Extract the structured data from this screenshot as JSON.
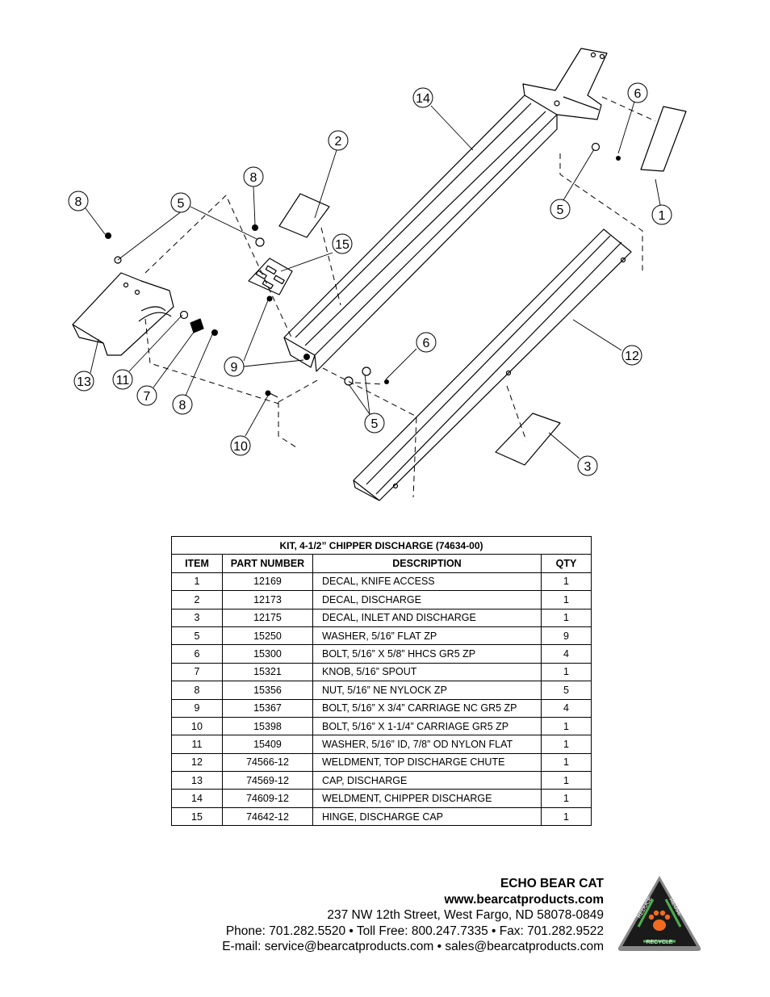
{
  "callouts": {
    "c14": "14",
    "c6a": "6",
    "c2": "2",
    "c8a": "8",
    "c8b": "8",
    "c5a": "5",
    "c15": "15",
    "c5b": "5",
    "c1": "1",
    "c12": "12",
    "c6b": "6",
    "c9": "9",
    "c13": "13",
    "c11": "11",
    "c7": "7",
    "c8c": "8",
    "c5c": "5",
    "c10": "10",
    "c3": "3"
  },
  "table": {
    "title": "KIT, 4-1/2” CHIPPER DISCHARGE (74634-00)",
    "headers": {
      "item": "ITEM",
      "part": "PART NUMBER",
      "desc": "DESCRIPTION",
      "qty": "QTY"
    },
    "rows": [
      {
        "item": "1",
        "part": "12169",
        "desc": "DECAL, KNIFE ACCESS",
        "qty": "1"
      },
      {
        "item": "2",
        "part": "12173",
        "desc": "DECAL, DISCHARGE",
        "qty": "1"
      },
      {
        "item": "3",
        "part": "12175",
        "desc": "DECAL, INLET AND DISCHARGE",
        "qty": "1"
      },
      {
        "item": "5",
        "part": "15250",
        "desc": "WASHER, 5/16” FLAT ZP",
        "qty": "9"
      },
      {
        "item": "6",
        "part": "15300",
        "desc": "BOLT, 5/16” X 5/8” HHCS GR5 ZP",
        "qty": "4"
      },
      {
        "item": "7",
        "part": "15321",
        "desc": "KNOB, 5/16” SPOUT",
        "qty": "1"
      },
      {
        "item": "8",
        "part": "15356",
        "desc": "NUT, 5/16” NE NYLOCK ZP",
        "qty": "5"
      },
      {
        "item": "9",
        "part": "15367",
        "desc": "BOLT, 5/16” X 3/4” CARRIAGE NC GR5 ZP",
        "qty": "4"
      },
      {
        "item": "10",
        "part": "15398",
        "desc": "BOLT, 5/16” X 1-1/4” CARRIAGE GR5 ZP",
        "qty": "1"
      },
      {
        "item": "11",
        "part": "15409",
        "desc": "WASHER, 5/16” ID, 7/8” OD NYLON FLAT",
        "qty": "1"
      },
      {
        "item": "12",
        "part": "74566-12",
        "desc": "WELDMENT, TOP DISCHARGE CHUTE",
        "qty": "1"
      },
      {
        "item": "13",
        "part": "74569-12",
        "desc": "CAP, DISCHARGE",
        "qty": "1"
      },
      {
        "item": "14",
        "part": "74609-12",
        "desc": "WELDMENT, CHIPPER DISCHARGE",
        "qty": "1"
      },
      {
        "item": "15",
        "part": "74642-12",
        "desc": "HINGE, DISCHARGE CAP",
        "qty": "1"
      }
    ]
  },
  "footer": {
    "company": "ECHO BEAR CAT",
    "website": "www.bearcatproducts.com",
    "address": "237 NW 12th Street, West Fargo, ND 58078-0849",
    "phones": "Phone: 701.282.5520 • Toll Free: 800.247.7335 • Fax: 701.282.9522",
    "emails": "E-mail: service@bearcatproducts.com • sales@bearcatproducts.com"
  },
  "logo": {
    "top": "REDUCE",
    "right": "REUSE",
    "bottom": "RECYCLE",
    "icon": "paw-print-icon"
  },
  "colors": {
    "logo_bg": "#1a1a1a",
    "logo_arrows": "#4caf50",
    "logo_paw": "#f26b21"
  }
}
